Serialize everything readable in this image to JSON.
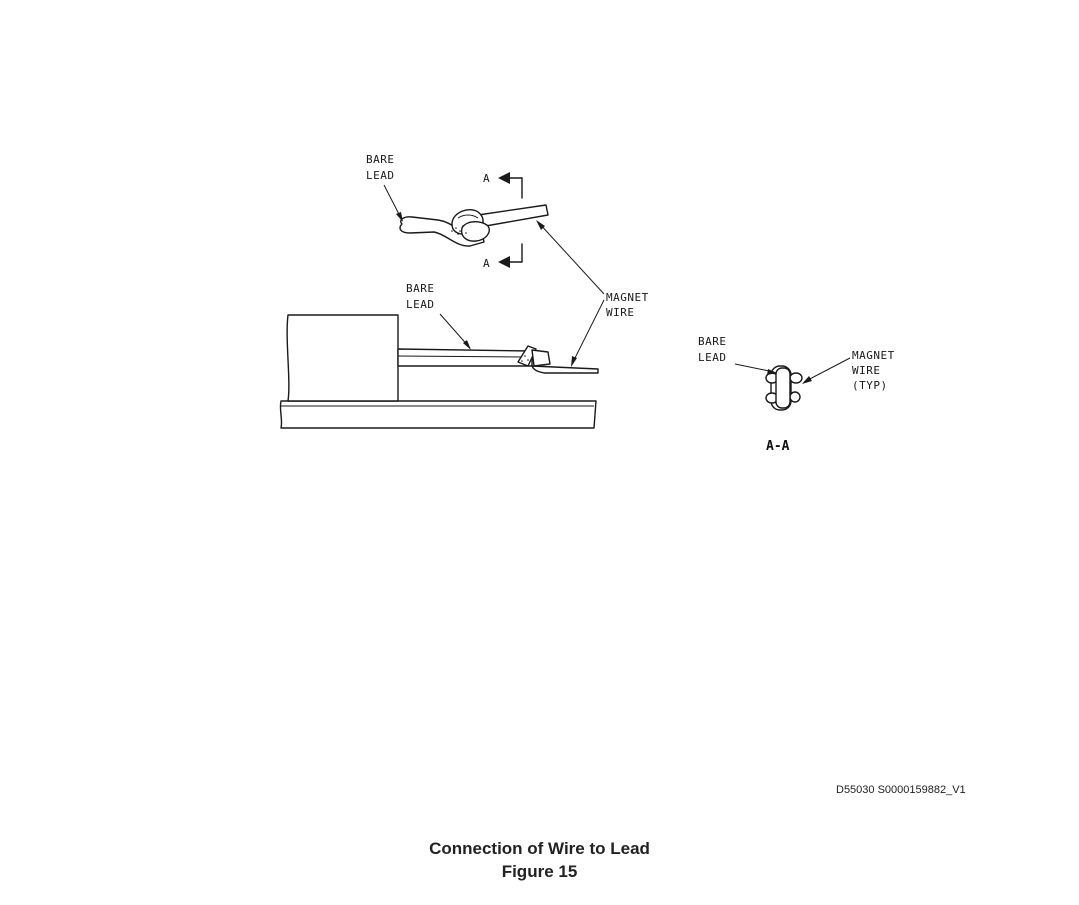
{
  "diagram": {
    "labels": {
      "bare_lead_top": [
        "BARE",
        "LEAD"
      ],
      "bare_lead_side": [
        "BARE",
        "LEAD"
      ],
      "magnet_wire": [
        "MAGNET",
        "WIRE"
      ],
      "bare_lead_section": [
        "BARE",
        "LEAD"
      ],
      "magnet_wire_section": [
        "MAGNET",
        "WIRE",
        "(TYP)"
      ],
      "section_marker_top": "A",
      "section_marker_bottom": "A",
      "section_title": "A-A"
    }
  },
  "doc_id": "D55030 S0000159882_V1",
  "caption": {
    "title": "Connection of Wire to Lead",
    "figure": "Figure 15"
  }
}
